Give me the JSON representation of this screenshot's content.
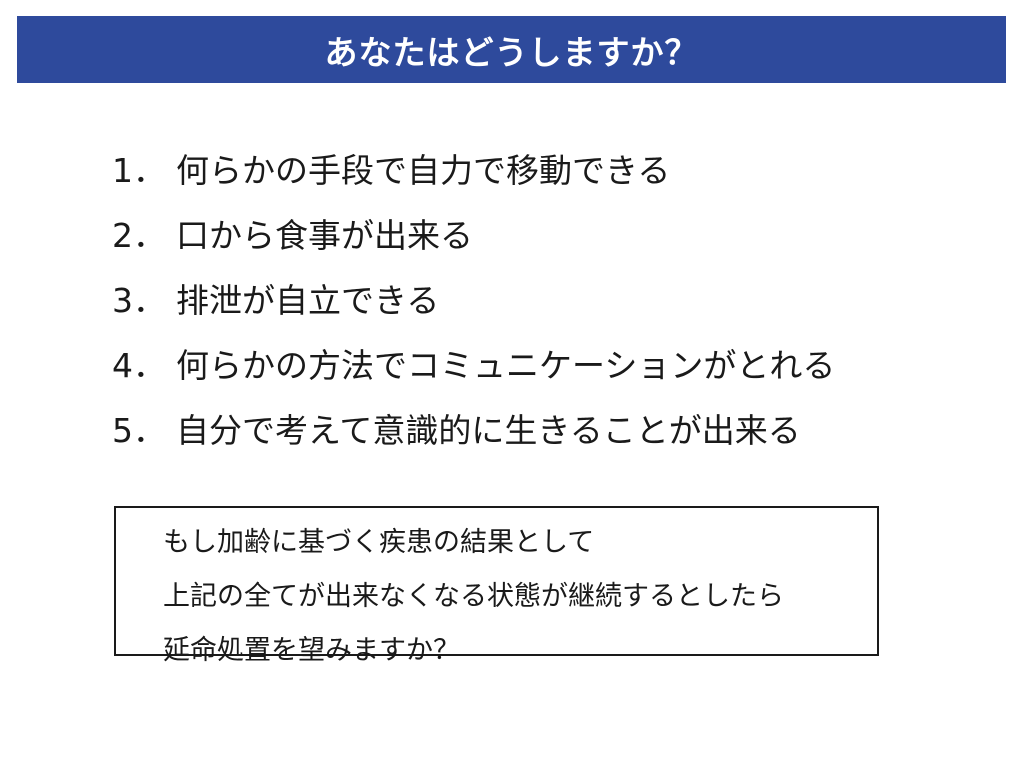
{
  "slide": {
    "title": "あなたはどうしますか？",
    "colors": {
      "title_bar": "#2e4a9c",
      "title_text": "#ffffff"
    },
    "items": [
      {
        "number": "1．",
        "text": "何らかの手段で自力で移動できる"
      },
      {
        "number": "2．",
        "text": "口から食事が出来る"
      },
      {
        "number": "3．",
        "text": "排泄が自立できる"
      },
      {
        "number": "4．",
        "text": "何らかの方法でコミュニケーションがとれる"
      },
      {
        "number": "5．",
        "text": "自分で考えて意識的に生きることが出来る"
      }
    ],
    "question_box": {
      "lines": [
        "もし加齢に基づく疾患の結果として",
        "上記の全てが出来なくなる状態が継続するとしたら",
        "延命処置を望みますか？"
      ]
    }
  }
}
